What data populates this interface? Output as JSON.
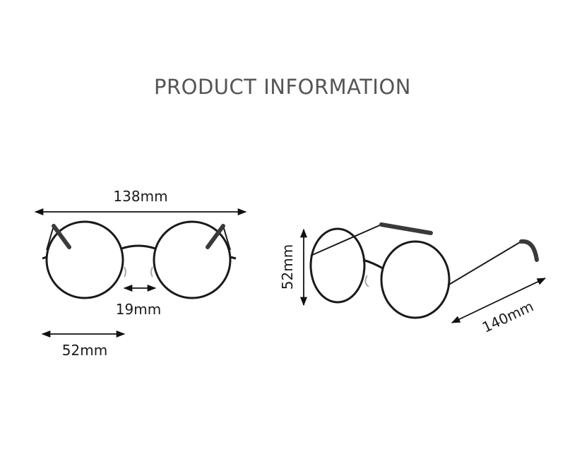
{
  "title": "PRODUCT INFORMATION",
  "front_view": {
    "total_width_label": "138mm",
    "bridge_label": "19mm",
    "lens_width_label": "52mm"
  },
  "side_view": {
    "lens_height_label": "52mm",
    "temple_length_label": "140mm"
  },
  "colors": {
    "title": "#555555",
    "frame": "#1a1a1a",
    "temple_tip": "#3a3a3a",
    "dimension_line": "#111111"
  }
}
